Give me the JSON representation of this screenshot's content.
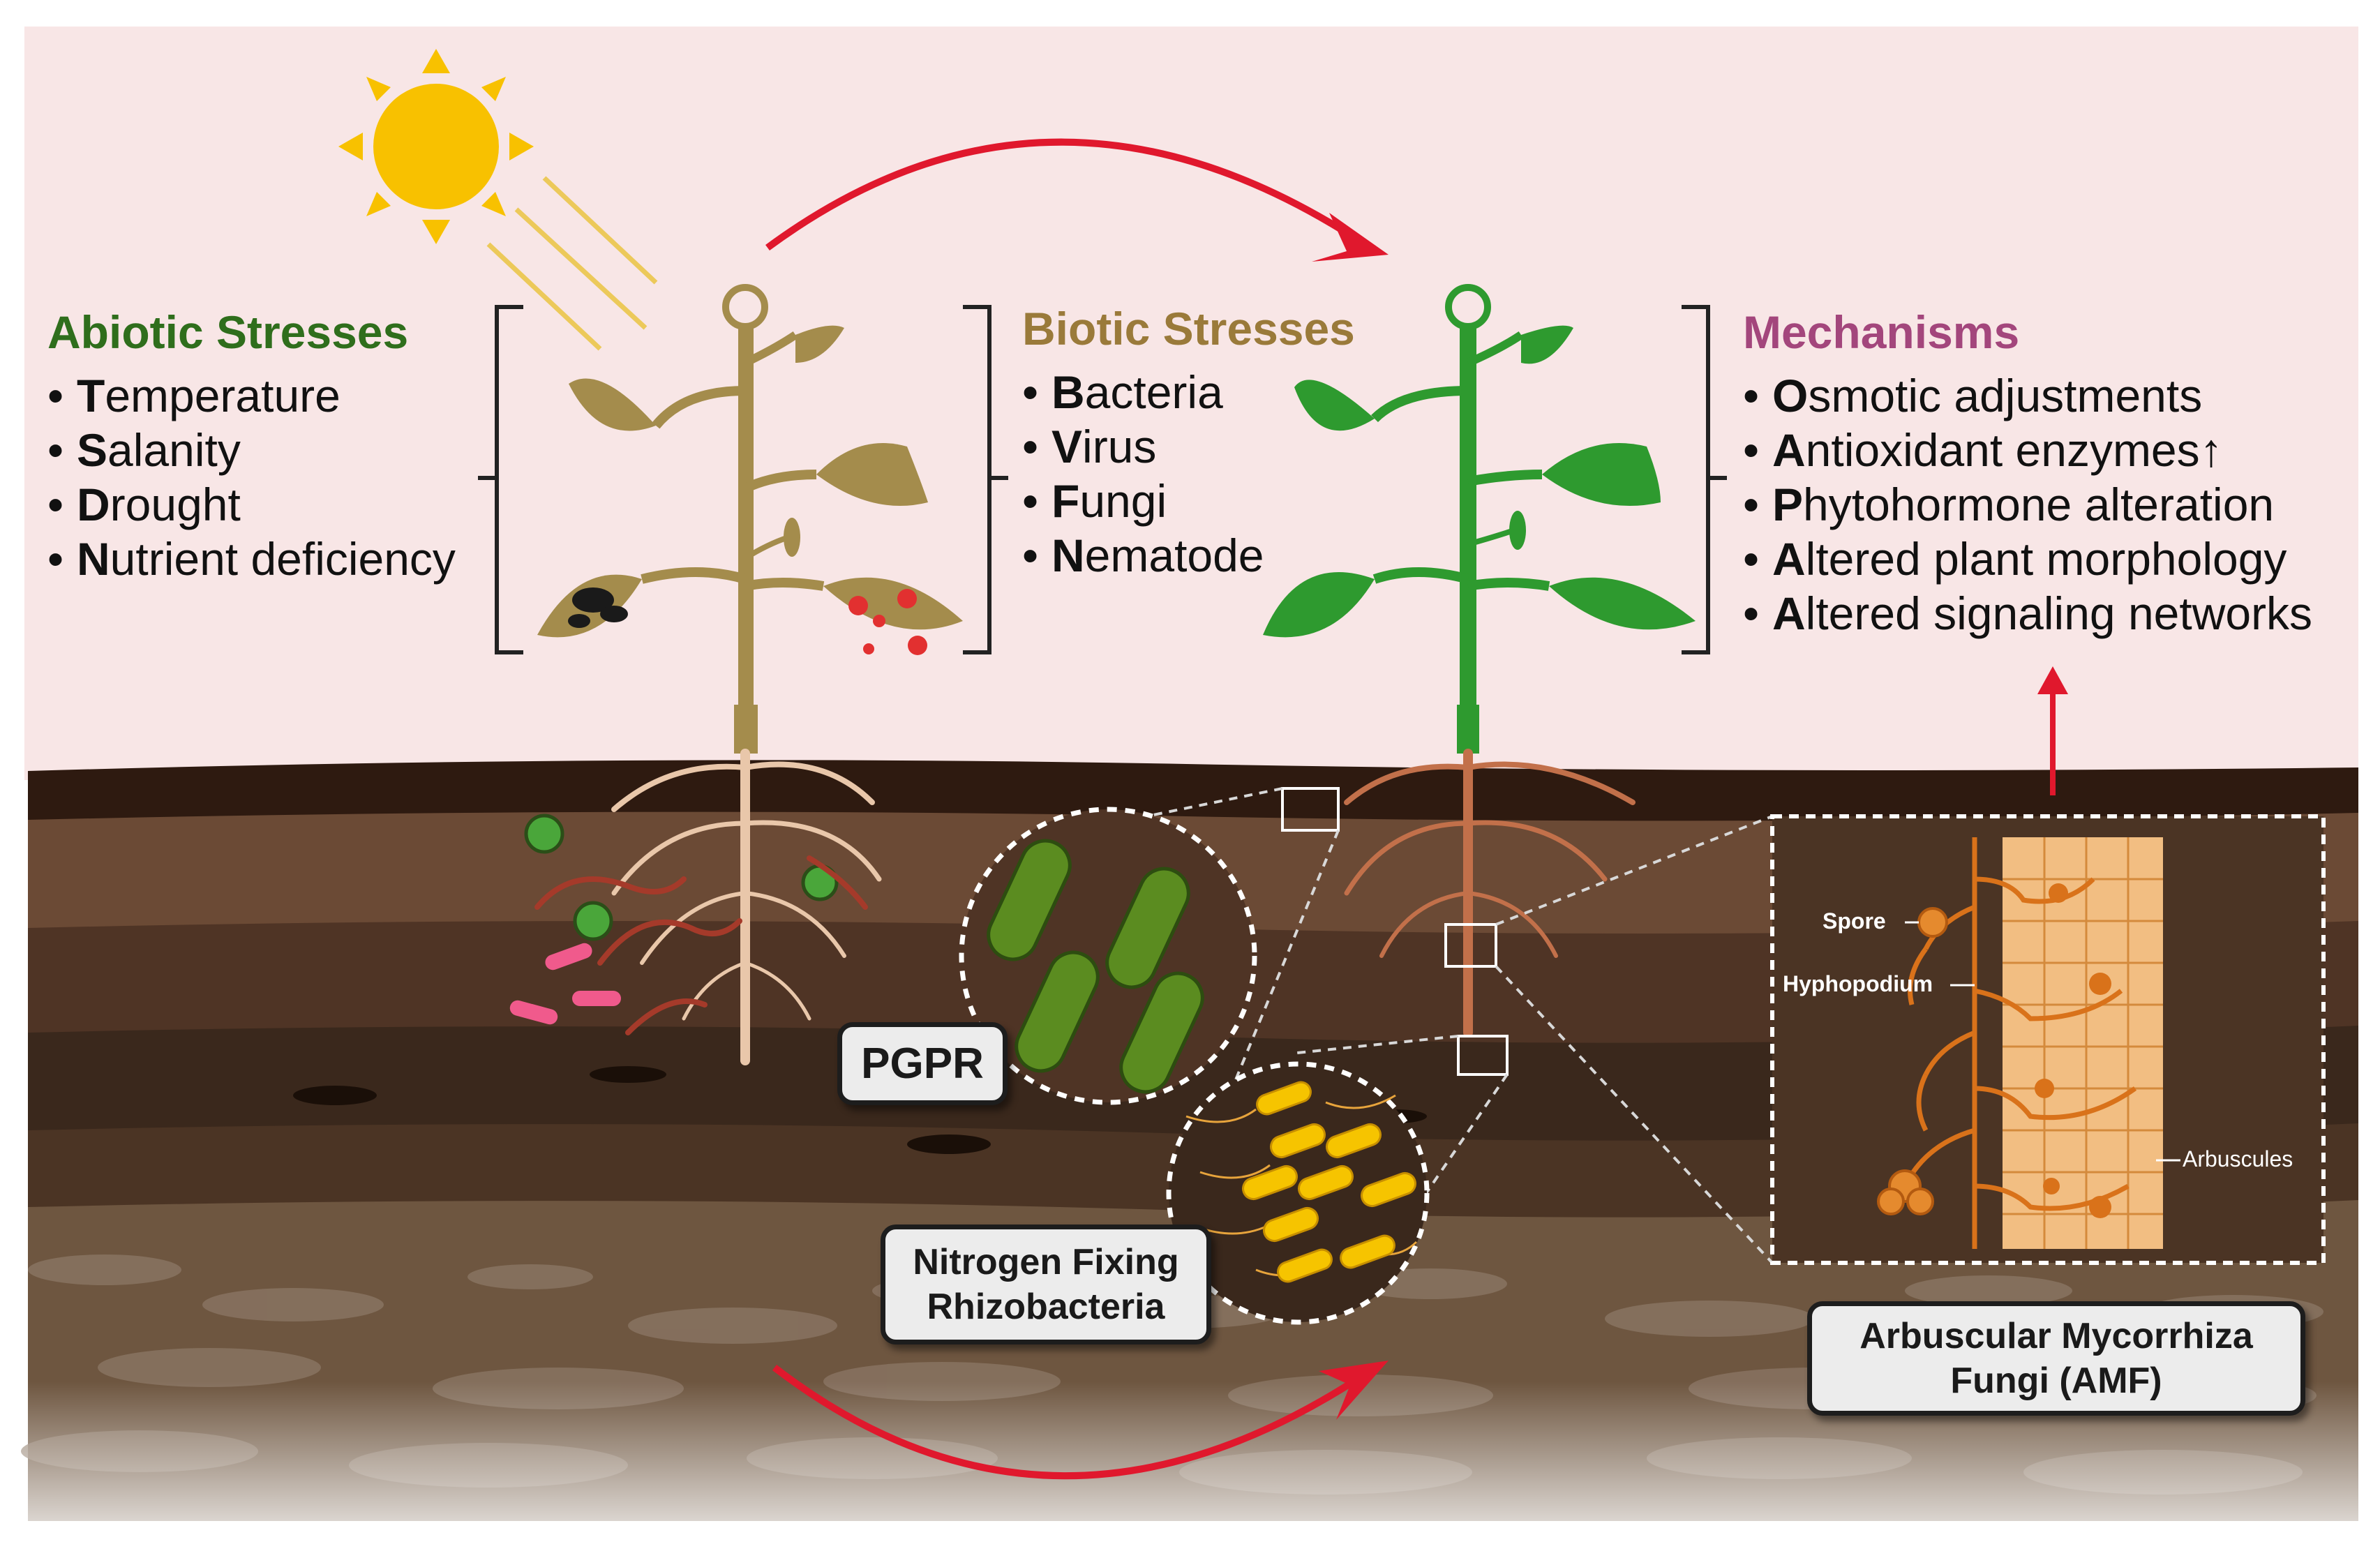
{
  "colors": {
    "sky": "#f8e6e6",
    "abiotic_heading": "#2f6e1c",
    "biotic_heading": "#9a7a3a",
    "mechanisms_heading": "#a3467c",
    "arrow": "#e0182d",
    "stressed_plant": "#a48c4c",
    "healthy_plant": "#2e9a2f",
    "soil_top": "#2e1a10"
  },
  "abiotic": {
    "heading": "Abiotic Stresses",
    "items": [
      {
        "first": "T",
        "rest": "emperature"
      },
      {
        "first": "S",
        "rest": "alanity"
      },
      {
        "first": "D",
        "rest": "rought"
      },
      {
        "first": "N",
        "rest": "utrient deficiency"
      }
    ]
  },
  "biotic": {
    "heading": "Biotic Stresses",
    "items": [
      {
        "first": "B",
        "rest": "acteria"
      },
      {
        "first": "V",
        "rest": "irus"
      },
      {
        "first": "F",
        "rest": "ungi"
      },
      {
        "first": "N",
        "rest": "ematode"
      }
    ]
  },
  "mechanisms": {
    "heading": "Mechanisms",
    "items": [
      {
        "first": "O",
        "rest": "smotic adjustments"
      },
      {
        "first": "A",
        "rest": "ntioxidant enzymes↑"
      },
      {
        "first": "P",
        "rest": "hytohormone alteration"
      },
      {
        "first": "A",
        "rest": "ltered plant morphology"
      },
      {
        "first": "A",
        "rest": "ltered signaling networks"
      }
    ]
  },
  "microbes": {
    "pgpr": "PGPR",
    "nitrogen_line1": "Nitrogen Fixing",
    "nitrogen_line2": "Rhizobacteria",
    "amf_line1": "Arbuscular Mycorrhiza",
    "amf_line2": "Fungi (AMF)"
  },
  "inset": {
    "spore": "Spore",
    "hyphopodium": "Hyphopodium",
    "arbuscules": "Arbuscules"
  }
}
